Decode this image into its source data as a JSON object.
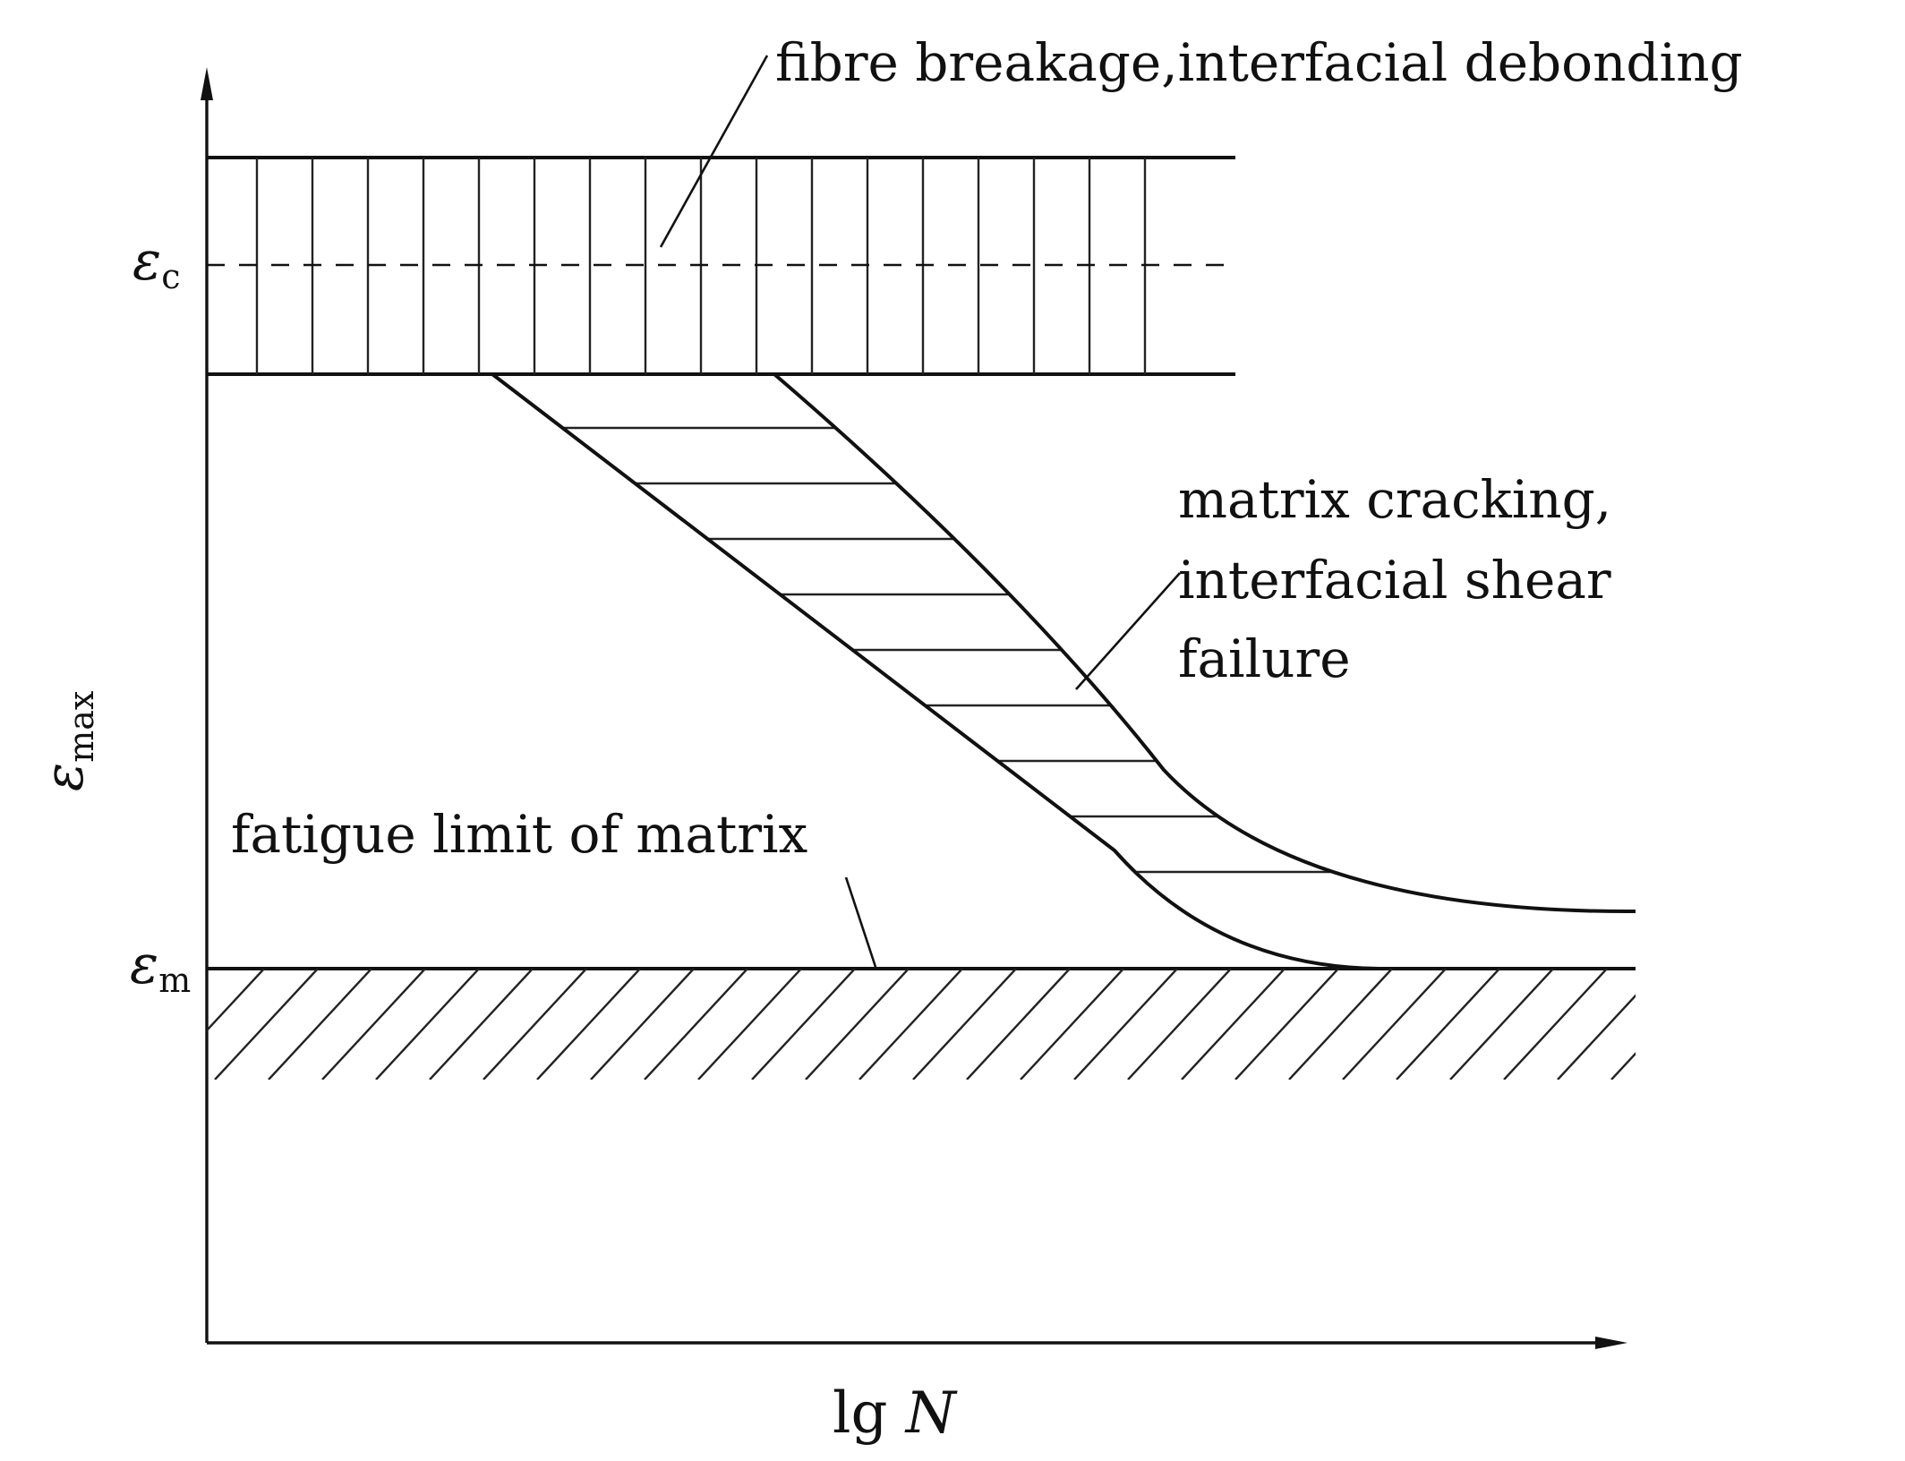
{
  "axes": {
    "y_label_symbol": "ε",
    "y_label_subscript": "max",
    "x_label_prefix": "lg ",
    "x_label_var": "N"
  },
  "levels": {
    "ec_symbol": "ε",
    "ec_subscript": "c",
    "em_symbol": "ε",
    "em_subscript": "m"
  },
  "annotations": {
    "fibre": "fibre breakage,interfacial debonding",
    "matrix_line1": "matrix cracking,",
    "matrix_line2": "interfacial shear",
    "matrix_line3": "failure",
    "fatigue": "fatigue limit of matrix"
  },
  "colors": {
    "ink": "#111111",
    "background": "#ffffff"
  }
}
